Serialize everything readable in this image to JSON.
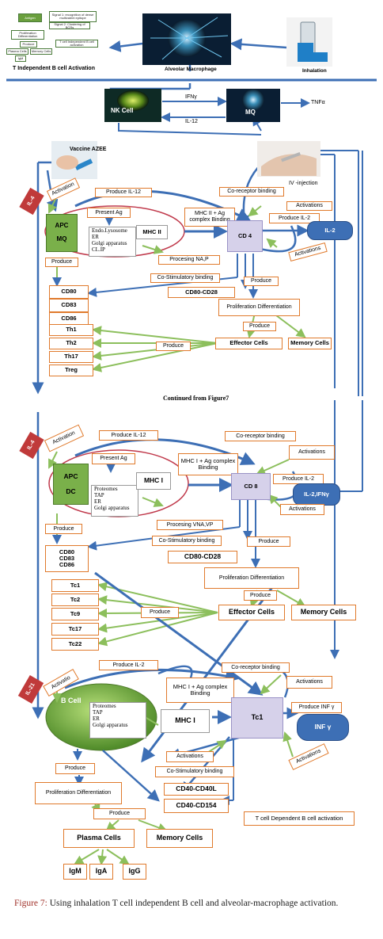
{
  "top": {
    "alveolar_macrophage": "Alveolar Macrophage",
    "inhalation": "Inhalation",
    "t_independent": "T Independent B cell Activation",
    "mini_boxes": [
      "Antigen",
      "Signal 1: recognition of dense multivalent epitope",
      "Signal 2: Clustering of BCRs",
      "Proliferation Differentiation",
      "Produce",
      "Plasma Cells",
      "Memory Cells",
      "T cell Independent B cell activation",
      "IgM"
    ]
  },
  "section1": {
    "nk_cell": "NK Cell",
    "mq": "MQ",
    "ifn_y": "IFNγ",
    "il12_arrow": "IL-12",
    "tnfa": "TNFα",
    "vaccine": "Vaccine AZEE",
    "iv_injection": "IV -injection",
    "il4": "IL-4",
    "activation": "Activation",
    "produce_il12": "Produce IL-12",
    "co_receptor": "Co-receptor binding",
    "activations1": "Activations",
    "present_ag": "Present Ag",
    "mhc2_complex": "MHC II + Ag complex Binding",
    "produce_il2": "Produce IL-2",
    "apc": "APC",
    "mq2": "MQ",
    "endo_lines": [
      "Endo.Lysosome",
      "ER",
      "Golgi apparatus",
      "CL.IP"
    ],
    "mhc2": "MHC II",
    "cd4": "CD 4",
    "il2": "IL-2",
    "activations2": "Activations",
    "procesing": "Procesing NA,P",
    "produce1": "Produce",
    "co_stim": "Co-Stimulatory binding",
    "cd_markers": [
      "CD80",
      "CD83",
      "CD86"
    ],
    "cd80_cd28": "CD80-CD28",
    "produce2": "Produce",
    "prolif": "Proliferation Differentiation",
    "produce3": "Produce",
    "th_cells": [
      "Th1",
      "Th2",
      "Th17",
      "Treg"
    ],
    "produce4": "Produce",
    "effector": "Effector Cells",
    "memory": "Memory Cells"
  },
  "continued": "Continued from Figure7",
  "section2": {
    "il4": "IL-4",
    "activation": "Activation",
    "produce_il12": "Produce IL-12",
    "co_receptor": "Co-receptor binding",
    "activations1": "Activations",
    "present_ag": "Present Ag",
    "mhc1_complex": "MHC I + Ag complex Binding",
    "produce_il2": "Produce IL-2",
    "apc": "APC",
    "dc": "DC",
    "proteome_lines": [
      "Proteomes",
      "TAP",
      "ER",
      "Golgi apparatus"
    ],
    "mhc1": "MHC I",
    "cd8": "CD 8",
    "il2ifn": "IL-2,IFNγ",
    "activations2": "Activations",
    "procesing": "Procesing VNA,VP",
    "produce1": "Produce",
    "co_stim": "Co-Stimulatory binding",
    "cd_markers": [
      "CD80",
      "CD83",
      "CD86"
    ],
    "cd80_cd28": "CD80-CD28",
    "produce2": "Produce",
    "prolif": "Proliferation Differentiation",
    "produce3": "Produce",
    "tc_cells": [
      "Tc1",
      "Tc2",
      "Tc9",
      "Tc17",
      "Tc22"
    ],
    "produce4": "Produce",
    "effector": "Effector Cells",
    "memory": "Memory Cells"
  },
  "section3": {
    "il21": "IL-21",
    "activation": "Activatio",
    "produce_il2": "Produce IL-2",
    "co_receptor": "Co-receptor binding",
    "activations1": "Activations",
    "mhc1_complex": "MHC I + Ag complex Binding",
    "bcell": "B Cell",
    "proteome_lines": [
      "Proteomes",
      "TAP",
      "ER",
      "Golgi apparatus"
    ],
    "mhc1": "MHC I",
    "tc1": "Tc1",
    "produce_inf": "Produce INF γ",
    "inf": "INF γ",
    "activations2": "Activations",
    "activations3": "Activations",
    "produce1": "Produce",
    "co_stim": "Co-Stimulatory binding",
    "cd40l": "CD40-CD40L",
    "cd154": "CD40-CD154",
    "t_dependent": "T cell Dependent B cell activation",
    "prolif": "Proliferation Differentiation",
    "produce2": "Produce",
    "plasma": "Plasma Cells",
    "memory": "Memory Cells",
    "igs": [
      "IgM",
      "IgA",
      "IgG"
    ]
  },
  "caption": {
    "label": "Figure 7:",
    "text": " Using inhalation T cell independent B cell and alveolar-macrophage activation."
  },
  "colors": {
    "blue": "#3d6fb5",
    "green": "#7ab04a",
    "orange": "#e07a2c",
    "lavender": "#d6d1ea",
    "oval": "#c0394b"
  }
}
